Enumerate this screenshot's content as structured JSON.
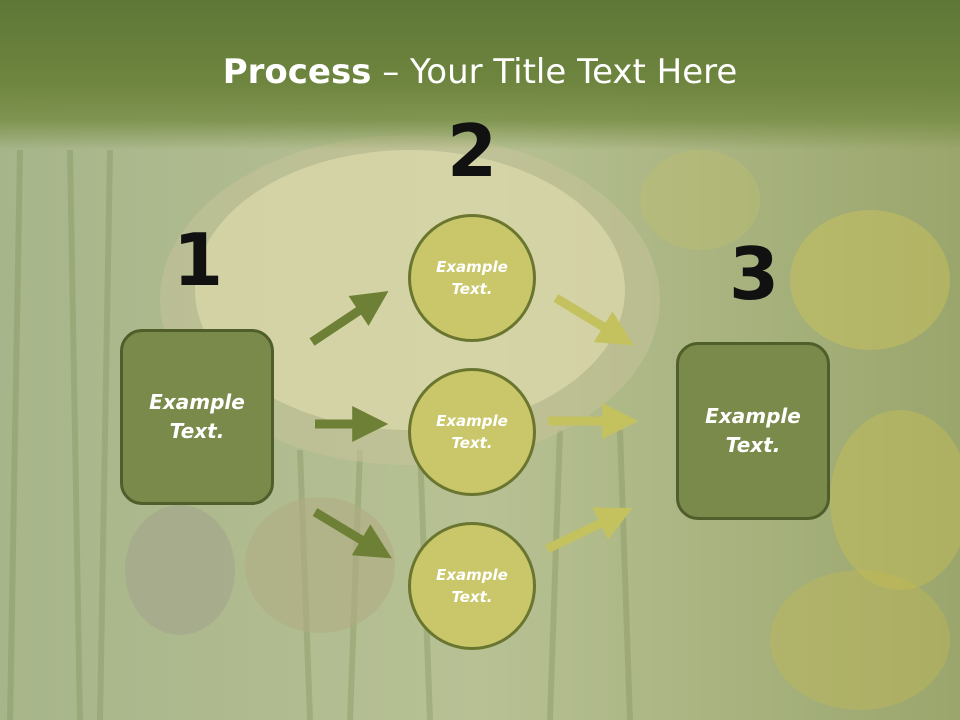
{
  "title": {
    "bold": "Process",
    "rest": " – Your Title Text Here"
  },
  "steps": {
    "n1": "1",
    "n2": "2",
    "n3": "3"
  },
  "left_box": "Example Text.",
  "right_box": "Example Text.",
  "circles": [
    "Example Text.",
    "Example Text.",
    "Example Text."
  ],
  "colors": {
    "box_fill": "#7a8a4a",
    "circle_fill": "#c9c769",
    "dark_arrow": "#6e8035",
    "light_arrow": "#c4c25e",
    "title_band": "#6e853f"
  }
}
